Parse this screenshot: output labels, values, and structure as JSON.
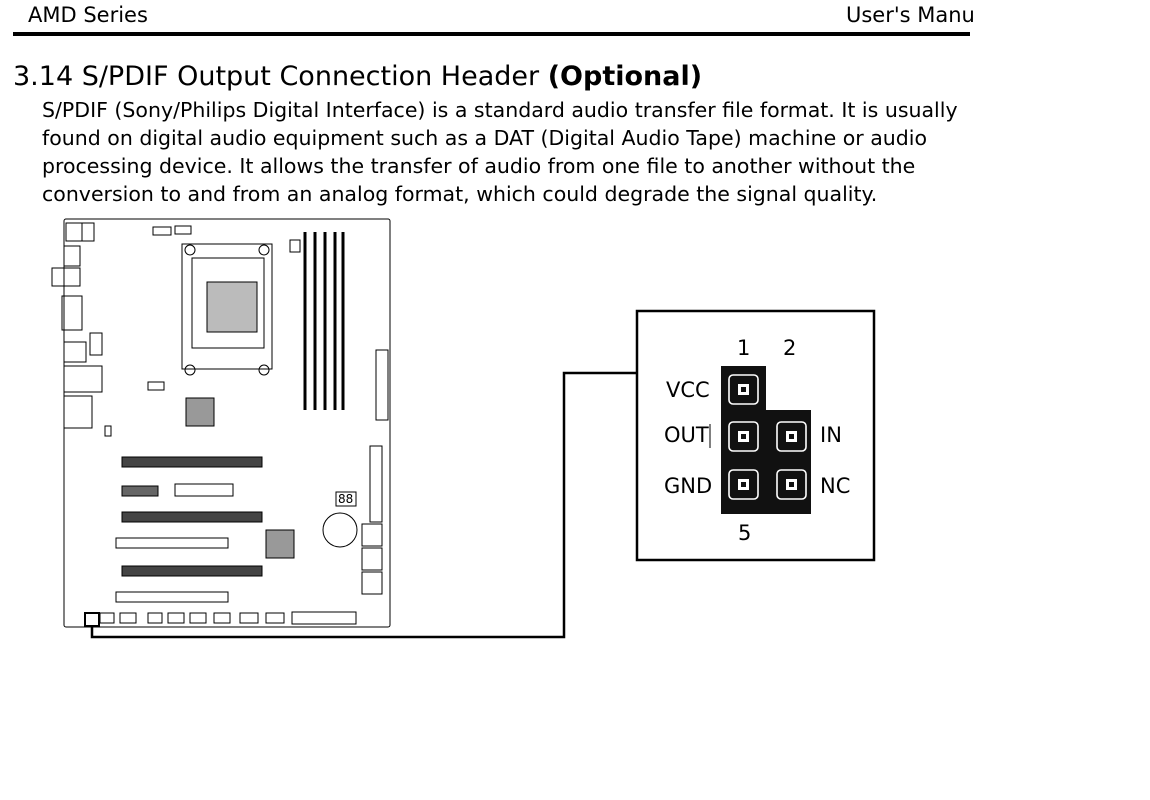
{
  "header": {
    "left": "AMD Series",
    "right": "User's Manu"
  },
  "section": {
    "title_main": "3.14 S/PDIF Output Connection Header ",
    "title_bold": "(Optional)",
    "paragraph_lines": [
      "S/PDIF (Sony/Philips Digital Interface) is a standard audio transfer file format. It is usually",
      "found on digital audio equipment such as a DAT (Digital Audio Tape) machine or audio",
      "processing device. It allows the transfer of audio from one file to another without the",
      "conversion to and from an analog format, which could degrade the signal quality."
    ]
  },
  "connector": {
    "col1": "1",
    "col2": "2",
    "bottom": "5",
    "pins": {
      "vcc": "VCC",
      "out": "OUT",
      "gnd": "GND",
      "in": "IN",
      "nc": "NC"
    }
  },
  "board_labels": {
    "dig": "88"
  }
}
